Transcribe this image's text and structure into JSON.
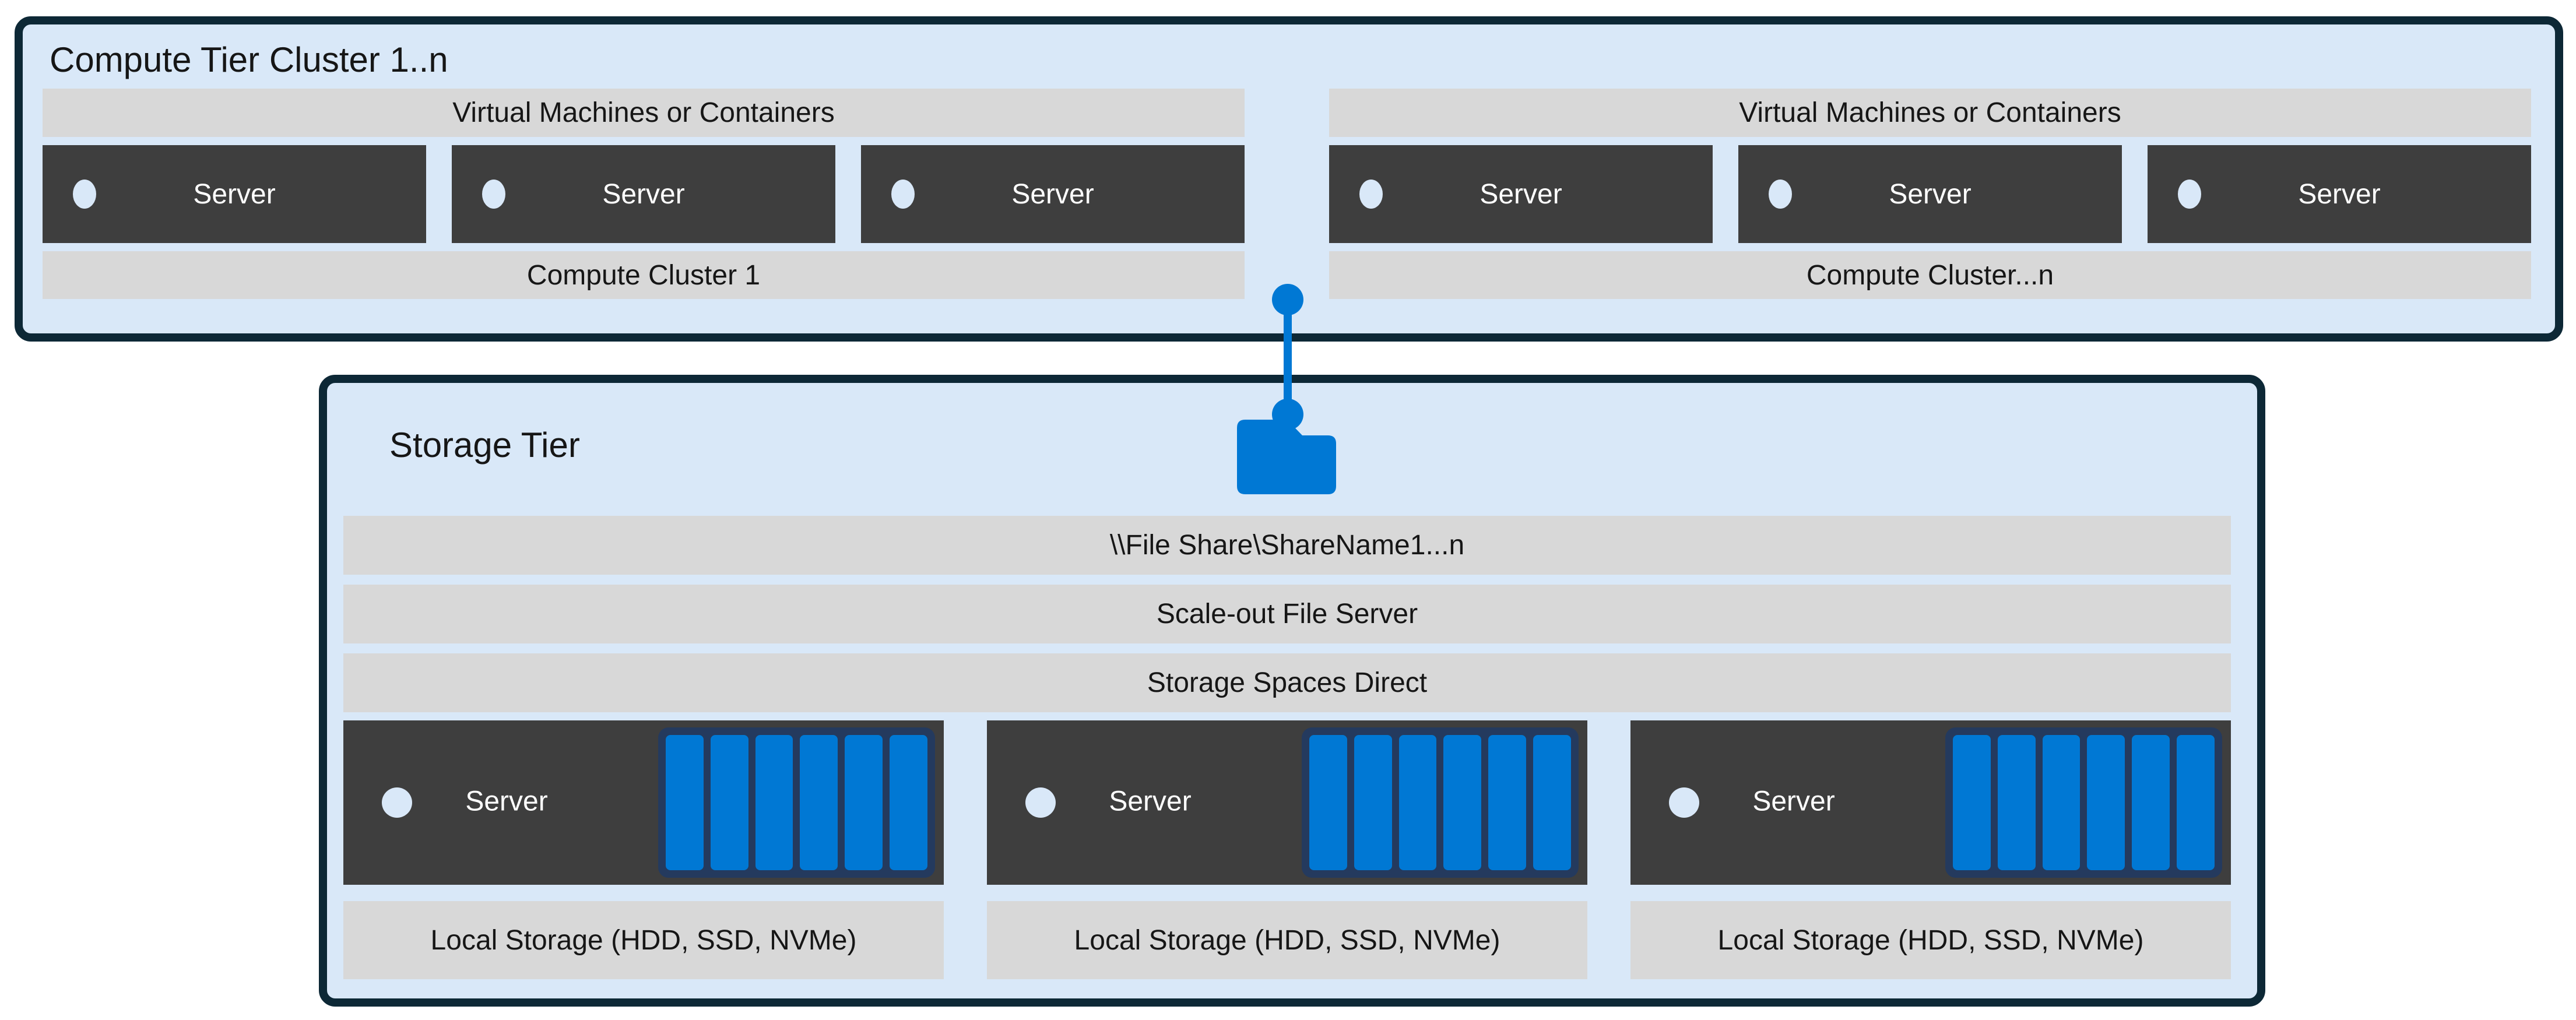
{
  "colors": {
    "box_fill": "#d9e8f8",
    "box_border": "#0d2836",
    "bar_gray": "#d8d8d8",
    "server_dark": "#3e3e3e",
    "accent_blue": "#0078d4",
    "disk_frame_navy": "#243a5e",
    "text": "#161616",
    "server_text": "#ffffff"
  },
  "compute_tier": {
    "title": "Compute Tier Cluster 1..n",
    "clusters": [
      {
        "vm_label": "Virtual Machines or Containers",
        "servers": [
          {
            "label": "Server"
          },
          {
            "label": "Server"
          },
          {
            "label": "Server"
          }
        ],
        "cluster_label": "Compute Cluster 1"
      },
      {
        "vm_label": "Virtual Machines or Containers",
        "servers": [
          {
            "label": "Server"
          },
          {
            "label": "Server"
          },
          {
            "label": "Server"
          }
        ],
        "cluster_label": "Compute Cluster...n"
      }
    ]
  },
  "connector": {
    "icon": "line-with-endpoint-dots",
    "color": "#0078d4"
  },
  "storage_tier": {
    "title": "Storage Tier",
    "folder_icon": "folder-icon",
    "layers": [
      {
        "label": "\\\\File Share\\ShareName1...n"
      },
      {
        "label": "Scale-out File Server"
      },
      {
        "label": "Storage Spaces Direct"
      }
    ],
    "servers": [
      {
        "label": "Server",
        "disk_count": 6
      },
      {
        "label": "Server",
        "disk_count": 6
      },
      {
        "label": "Server",
        "disk_count": 6
      }
    ],
    "local_storage": [
      {
        "label": "Local Storage (HDD, SSD, NVMe)"
      },
      {
        "label": "Local Storage (HDD, SSD, NVMe)"
      },
      {
        "label": "Local Storage (HDD, SSD, NVMe)"
      }
    ]
  }
}
